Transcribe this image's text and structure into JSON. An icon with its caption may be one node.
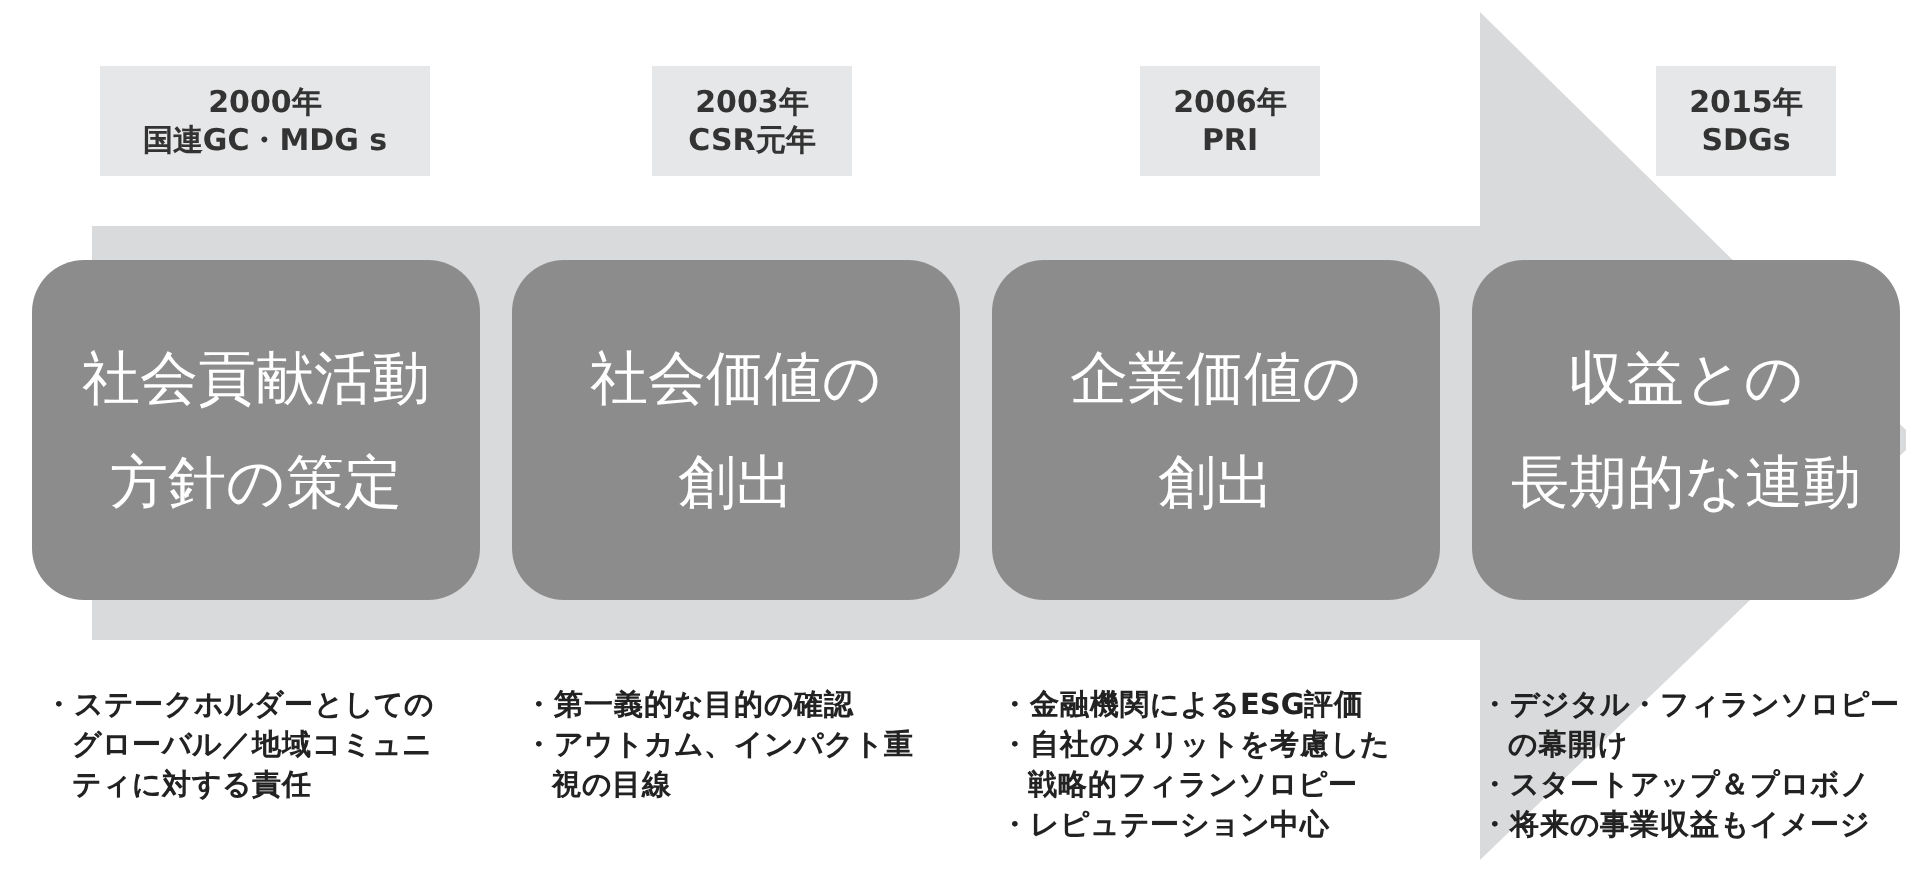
{
  "diagram": {
    "nodes": [
      {
        "text": [
          "2000年国連GC・MDG s"
        ]
      },
      {
        "text": [
          "2003年CSR元年"
        ]
      },
      {
        "text": [
          "2006年PRI"
        ]
      },
      {
        "text": [
          "2015年SDGs"
        ]
      },
      {
        "text": [
          "社会貢献活動方針の策定"
        ],
        "beside": [
          "・ステークホルダーとしてのグローバル／地域コミュニティに対する責任"
        ]
      },
      {
        "text": [
          "社会価値の創出"
        ],
        "beside": [
          "・第一義的な目的の確認",
          "・アウトカム、インパクト重視の目線"
        ]
      },
      {
        "text": [
          "企業価値の創出"
        ],
        "beside": [
          "・金融機関によるESG評価",
          "・自社のメリットを考慮した戦略的フィランソロピー",
          "・レピュテーション中心"
        ]
      },
      {
        "text": [
          "収益との長期的な連動"
        ],
        "beside": [
          "・デジタル・フィランソロピーの幕開け",
          "・スタートアップ＆プロボノ",
          "・将来の事業収益もイメージ"
        ]
      }
    ],
    "edges": [
      {
        "from": 4,
        "to": 7,
        "arrow": "to"
      }
    ]
  }
}
